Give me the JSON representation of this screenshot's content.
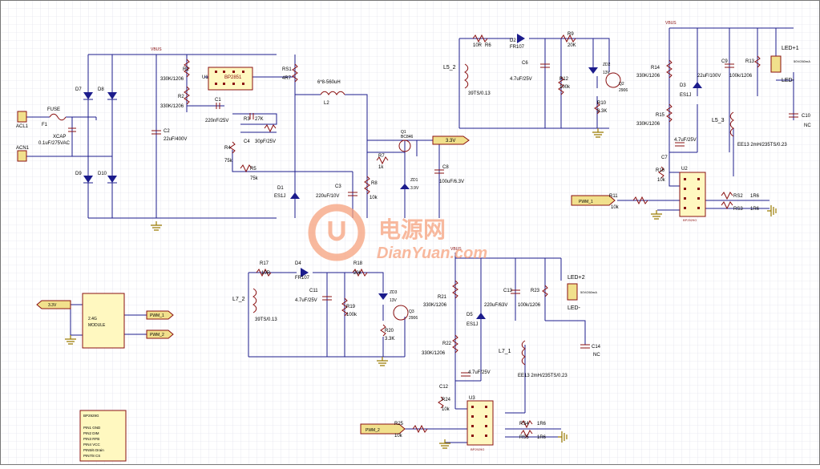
{
  "colors": {
    "wire": "#1c1c8c",
    "part": "#8a1010",
    "ground": "#9a7a00",
    "grid": "#d7d7e6",
    "port": "#f1e08c",
    "chip": "#fff8c0",
    "watermark": "#f0a080"
  },
  "labels": {
    "acl1": "ACL1",
    "acn1": "ACN1",
    "fuse": "FUSE",
    "f1": "F1",
    "xcap": "XCAP",
    "xcap_val": "0.1uF/275VAC",
    "d7": "D7",
    "d8": "D8",
    "d9": "D9",
    "d10": "D10",
    "vbus_top": "VBUS",
    "c2": "C2",
    "c2_val": "22uF/400V",
    "r1": "R1",
    "r1_val": "330K/1206",
    "r2": "R2",
    "r2_val": "330K/1206",
    "u1": "U1",
    "u1_part": "BP2851",
    "c1": "C1",
    "c1_val": "220nF/25V",
    "r3": "R3",
    "r3_val": "27K",
    "c4": "C4",
    "c4_val": "30pF/25V",
    "r4": "R4",
    "r4_val": "75k",
    "r5": "R5",
    "r5_val": "75k",
    "rs1": "RS1",
    "rs1_val": "4R7",
    "l2_val": "6*8-560uH",
    "l2": "L2",
    "d1": "D1",
    "d1_val": "ES1J",
    "c3": "C3",
    "c3_val": "220uF/10V",
    "r8": "R8",
    "r8_val": "10k",
    "r7": "R7",
    "r7_val": "1k",
    "c8": "C8",
    "c8_val": "100uF/6.3V",
    "zd1": "ZD1",
    "zd1_val": "3.9V",
    "q1": "Q1",
    "q1_val": "BC846",
    "net_3v3": "3.3V",
    "l5_2": "L5_2",
    "l5_2_val": "39TS/0.13",
    "r6": "R6",
    "r6_val": "10R",
    "d2": "D2",
    "d2_val": "FR107",
    "c6": "C6",
    "c6_val": "4.7uF/25V",
    "r9": "R9",
    "r9_val": "20K",
    "r12": "R12",
    "r12_val": "100k",
    "zd2": "ZD2",
    "zd2_val": "13V",
    "q2": "Q2",
    "q2_val": "2906",
    "r10": "R10",
    "r10_val": "3.3K",
    "vbus_right": "VBUS",
    "r14": "R14",
    "r14_val": "330K/1206",
    "r15": "R15",
    "r15_val": "330K/1206",
    "d3": "D3",
    "d3_val": "ES1J",
    "c_22u": "22uF/100V",
    "c9": "C9",
    "c9_val": "100k/1206",
    "r13": "R13",
    "l5_3": "L5_3",
    "l5_3_val": "EE13 2mH/235TS/0.23",
    "led1_plus": "LED+1",
    "led1_minus": "LED-",
    "led1_val": "50V/260mA",
    "c10": "C10",
    "c10_val": "NC",
    "c7": "C7",
    "c7_val": "4.7uF/25V",
    "r16": "R16",
    "r16_val": "10k",
    "u2": "U2",
    "u2_part": "BP2929G",
    "rs2": "RS2",
    "rs2_val": "1R6",
    "rs3": "RS3",
    "rs3_val": "1R6",
    "r11": "R11",
    "r11_val": "10k",
    "pwm1": "PWM_1",
    "l7_2": "L7_2",
    "l7_2_val": "39TS/0.13",
    "r17": "R17",
    "r17_val": "10R",
    "d4": "D4",
    "d4_val": "FR107",
    "c11": "C11",
    "c11_val": "4.7uF/25V",
    "r18": "R18",
    "r18_val": "20k",
    "r19": "R19",
    "r19_val": "100k",
    "zd3": "ZD3",
    "zd3_val": "13V",
    "q3": "Q3",
    "q3_val": "2906",
    "r20": "R20",
    "r20_val": "3.3K",
    "vbus_mid": "VBUS",
    "r21": "R21",
    "r21_val": "330K/1206",
    "r22": "R22",
    "r22_val": "330K/1206",
    "d5": "D5",
    "d5_val": "ES1J",
    "c_220u": "220uF/63V",
    "c13": "C13",
    "c13_val": "100k/1206",
    "r23": "R23",
    "led2_plus": "LED+2",
    "led2_minus": "LED-",
    "led2_val": "50V/260mA",
    "c14": "C14",
    "c14_val": "NC",
    "l7_1": "L7_1",
    "l7_1_val": "EE13 2mH/235TS/0.23",
    "c12": "C12",
    "c12_val": "4.7uF/25V",
    "r24": "R24",
    "r24_val": "10k",
    "u3": "U3",
    "u3_part": "BP2929G",
    "rs4": "RS4",
    "rs4_val": "1R6",
    "rs5": "RS5",
    "rs5_val": "1R6",
    "r25": "R25",
    "r25_val": "10k",
    "pwm2": "PWM_2",
    "module_line1": "2.4G",
    "module_line2": "MODULE",
    "net_3v3_mod": "3.3V",
    "pwm1_mod": "PWM_1",
    "pwm2_mod": "PWM_2",
    "pinout_title": "BP2929G",
    "pin1": "PIN1 GND",
    "pin2": "PIN2 DIM",
    "pin3": "PIN3 RFB",
    "pin4": "PIN4 VCC",
    "pin5": "PIN5/6 Drain",
    "pin8": "PIN7/8 CS",
    "watermark_cn": "电源网",
    "watermark_en": "DianYuan.com"
  }
}
